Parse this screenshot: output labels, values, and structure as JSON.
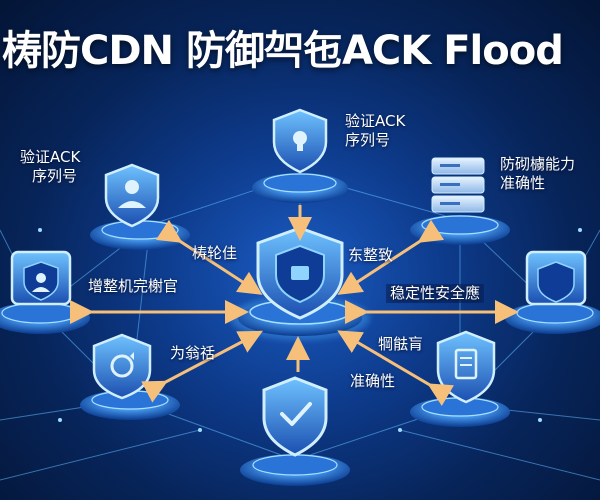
{
  "title": "梼防CDN 防御㔖㐌ACK Flood",
  "labels": {
    "top_center": [
      "验证ACK",
      "序列号"
    ],
    "top_left": [
      "验证ACK",
      "序列号"
    ],
    "top_right": [
      "防砌㯭能力",
      "准确性"
    ],
    "arrow_upper_left": "梼轮佳",
    "arrow_upper_right": "东整致",
    "middle_left": "增整机完榭官",
    "middle_right": "稳定性安全應",
    "arrow_lower_left": "为翁䄆",
    "arrow_lower_right": "犅䏻肓",
    "bottom_center": "准确性"
  },
  "icons": [
    "shield-lock-icon",
    "user-shield-icon",
    "server-stack-icon",
    "user-id-card-icon",
    "security-badge-icon",
    "refresh-shield-icon",
    "document-shield-icon",
    "check-shield-icon",
    "central-shield-icon"
  ],
  "colors": {
    "background": "#0d3a8a",
    "glow": "#4fb4ff",
    "arrow": "#f5b46a",
    "text": "#ffffff"
  }
}
